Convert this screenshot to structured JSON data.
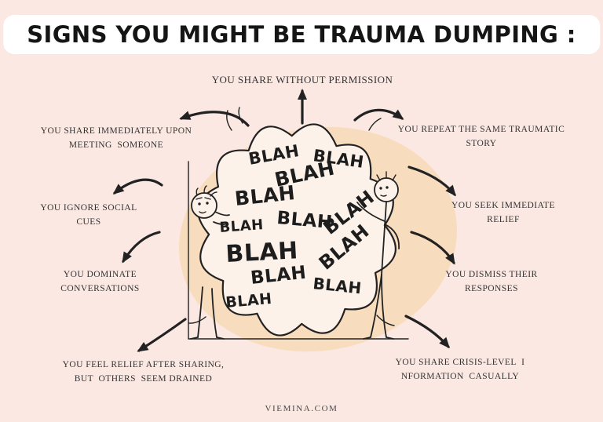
{
  "title": "SIGNS YOU MIGHT BE TRAUMA DUMPING :",
  "footer": "VIEMINA.COM",
  "colors": {
    "background": "#fbe8e3",
    "title_background": "#ffffff",
    "blob": "#f8dcbe",
    "bubble_fill": "#fdf2e9",
    "ink": "#222222"
  },
  "bubble": {
    "words": [
      "BLAH",
      "BLAH",
      "BLAH",
      "BLAH",
      "BLAH",
      "BLAH",
      "BLAH",
      "BLAH",
      "BLAH",
      "BLAH",
      "BLAH",
      "BLAH"
    ]
  },
  "labels": {
    "top": {
      "lines": [
        "YOU SHARE WITHOUT PERMISSION"
      ]
    },
    "top_left": {
      "lines": [
        "YOU SHARE IMMEDIATELY UPON",
        "MEETING  SOMEONE"
      ]
    },
    "left": {
      "lines": [
        "YOU IGNORE SOCIAL",
        "CUES"
      ]
    },
    "lower_left": {
      "lines": [
        "YOU DOMINATE",
        "CONVERSATIONS"
      ]
    },
    "bottom_left": {
      "lines": [
        "YOU FEEL RELIEF AFTER SHARING,",
        "BUT  OTHERS  SEEM DRAINED"
      ]
    },
    "top_right": {
      "lines": [
        "YOU REPEAT THE SAME TRAUMATIC",
        "STORY"
      ]
    },
    "right": {
      "lines": [
        "YOU SEEK IMMEDIATE",
        "RELIEF"
      ]
    },
    "lower_right": {
      "lines": [
        "YOU DISMISS THEIR",
        "RESPONSES"
      ]
    },
    "bottom_right": {
      "lines": [
        "YOU SHARE CRISIS-LEVEL  I",
        "NFORMATION  CASUALLY"
      ]
    }
  }
}
